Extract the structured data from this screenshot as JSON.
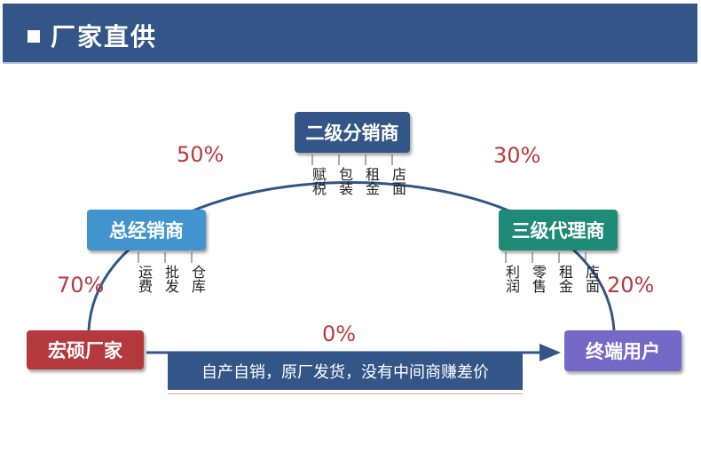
{
  "header": {
    "title": "厂家直供"
  },
  "nodes": {
    "factory": {
      "label": "宏硕厂家",
      "color": "#b5383d"
    },
    "general": {
      "label": "总经销商",
      "color": "#4294cf"
    },
    "second": {
      "label": "二级分销商",
      "color": "#335587"
    },
    "third": {
      "label": "三级代理商",
      "color": "#1f8a77"
    },
    "user": {
      "label": "终端用户",
      "color": "#7469c7"
    }
  },
  "percentages": {
    "p70": "70%",
    "p50": "50%",
    "p30": "30%",
    "p20": "20%",
    "p0": "0%"
  },
  "costs": {
    "general": [
      "运费",
      "批发",
      "仓库"
    ],
    "second": [
      "赋税",
      "包装",
      "租金",
      "店面"
    ],
    "third": [
      "利润",
      "零售",
      "租金",
      "店面"
    ]
  },
  "banner": {
    "text": "自产自销，原厂发货，没有中间商赚差价"
  },
  "colors": {
    "header": "#335587",
    "arc": "#335587",
    "percent": "#b83a3e"
  }
}
